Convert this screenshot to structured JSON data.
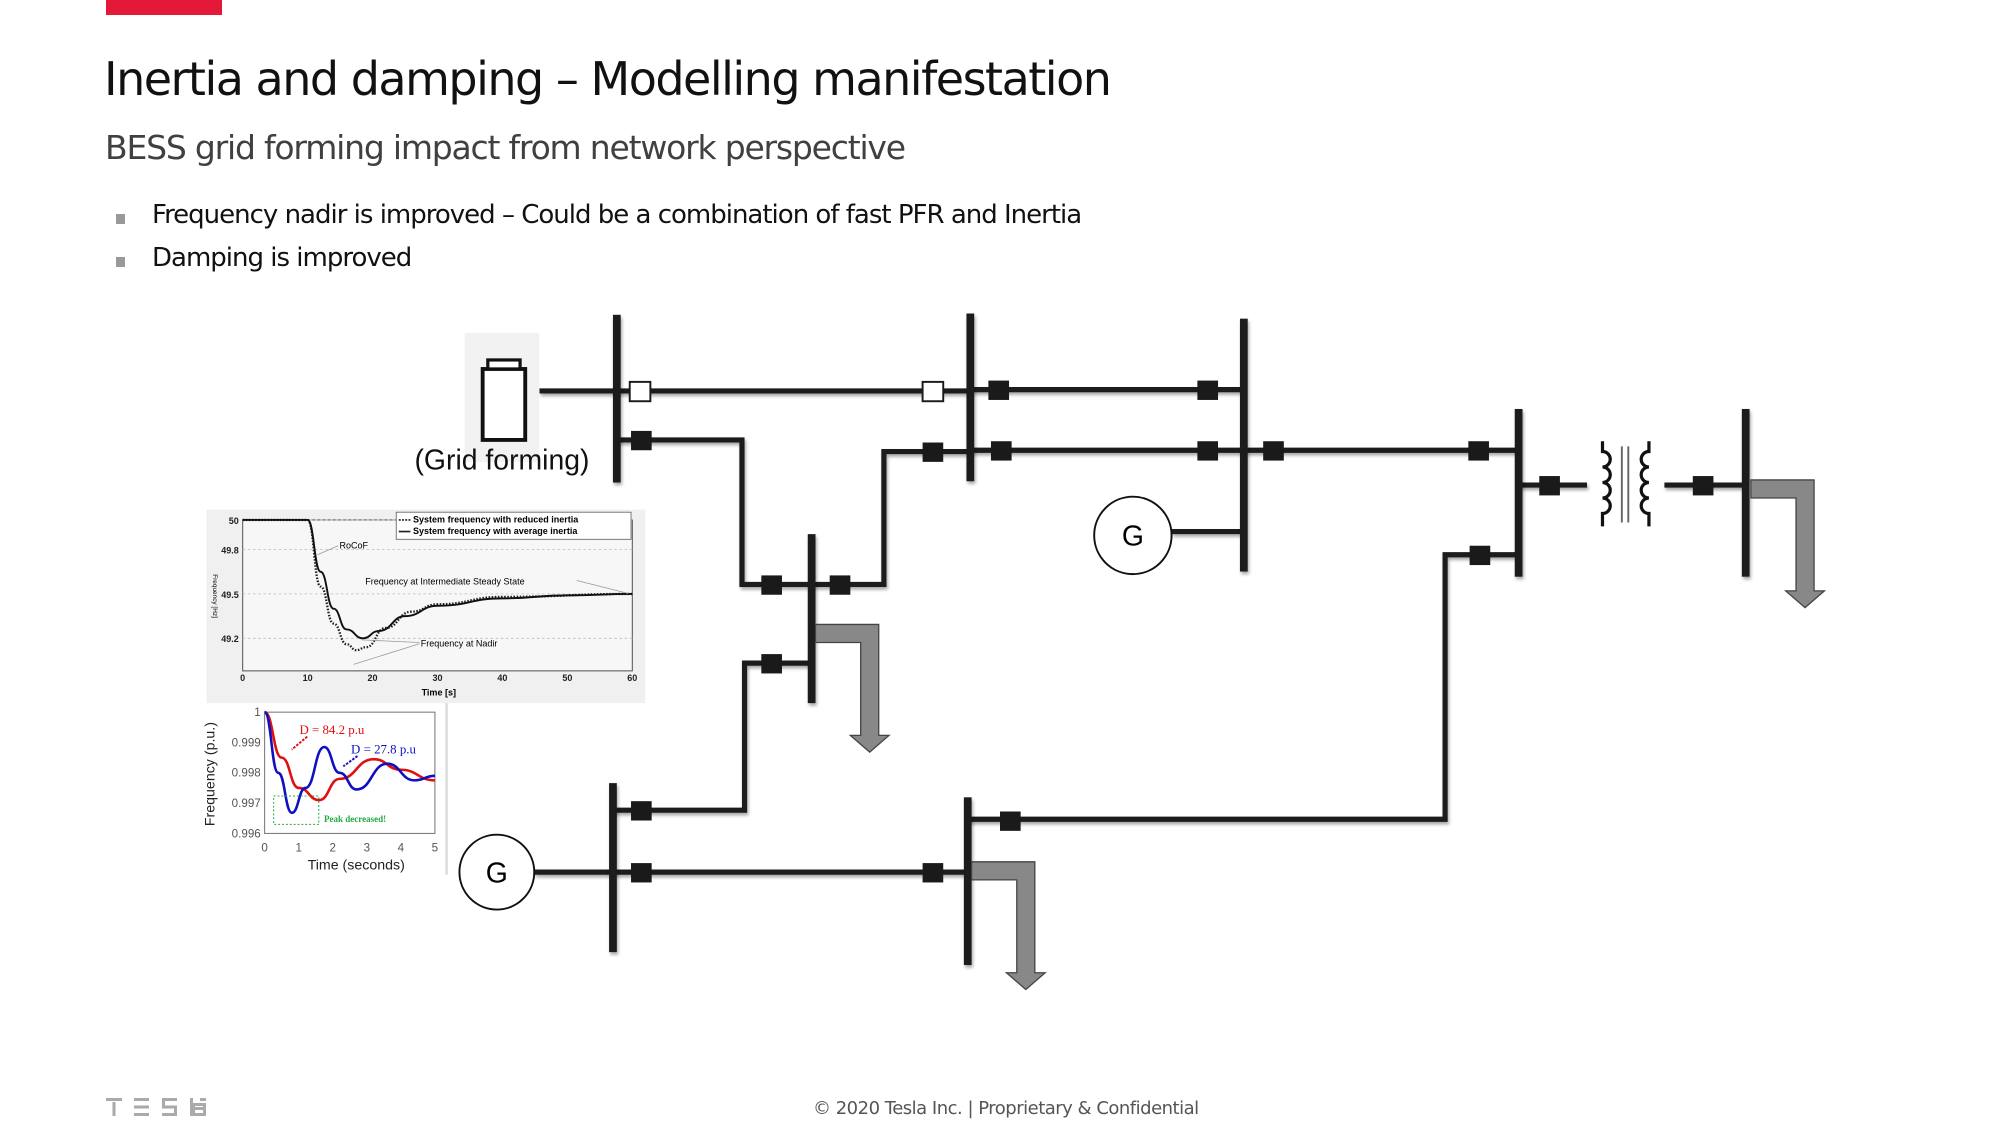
{
  "slide": {
    "title": "Inertia and damping – Modelling manifestation",
    "subtitle": "BESS grid forming impact from network perspective",
    "bullets": [
      "Frequency nadir is improved – Could be a combination of fast PFR and Inertia",
      "Damping is improved"
    ],
    "accent_color": "#e31937"
  },
  "diagram": {
    "battery_label": "(Grid forming)",
    "generator_label": "G",
    "icons": [
      "battery-icon",
      "generator-icon",
      "transformer-icon",
      "load-arrow-icon",
      "breaker-icon"
    ]
  },
  "footer": {
    "logo_text": "TESLA",
    "copyright": "© 2020 Tesla Inc. | Proprietary & Confidential"
  },
  "chart_data": [
    {
      "type": "line",
      "xlabel": "Time   [s]",
      "ylabel": "Frequency  [Hz]",
      "xlim": [
        0,
        60
      ],
      "ylim": [
        48.98,
        50
      ],
      "xticks": [
        "0",
        "10",
        "20",
        "30",
        "40",
        "50",
        "60"
      ],
      "yticks": [
        "50",
        "49.8",
        "49.5",
        "49.2"
      ],
      "grid": true,
      "legend_placement": "top-right",
      "series": [
        {
          "name": "System frequency with reduced inertia",
          "style": "dotted",
          "color": "#222222",
          "x": [
            0,
            10,
            12,
            14,
            16,
            17.5,
            19,
            22,
            26,
            30,
            40,
            60
          ],
          "y": [
            50,
            50,
            49.55,
            49.3,
            49.16,
            49.12,
            49.14,
            49.27,
            49.38,
            49.43,
            49.48,
            49.5
          ]
        },
        {
          "name": "System frequency with average inertia",
          "style": "solid",
          "color": "#111111",
          "x": [
            0,
            10,
            12,
            14,
            16,
            18.5,
            21,
            25,
            30,
            40,
            50,
            60
          ],
          "y": [
            50,
            50,
            49.65,
            49.4,
            49.26,
            49.2,
            49.25,
            49.35,
            49.42,
            49.47,
            49.49,
            49.5
          ]
        }
      ],
      "annotations": [
        "RoCoF",
        "Frequency at Intermediate Steady State",
        "Frequency at Nadir"
      ]
    },
    {
      "type": "line",
      "xlabel": "Time (seconds)",
      "ylabel": "Frequency (p.u.)",
      "xlim": [
        0,
        5
      ],
      "ylim": [
        0.996,
        1
      ],
      "xticks": [
        "0",
        "1",
        "2",
        "3",
        "4",
        "5"
      ],
      "yticks": [
        "1",
        "0.999",
        "0.998",
        "0.997",
        "0.996"
      ],
      "series": [
        {
          "label": "D = 84.2 p.u",
          "color": "#e01010",
          "x": [
            0,
            0.5,
            1,
            1.6,
            2.2,
            3.2,
            4,
            5
          ],
          "y": [
            1,
            0.9985,
            0.9975,
            0.9971,
            0.9978,
            0.99845,
            0.9981,
            0.99775
          ]
        },
        {
          "label": "D = 27.8 p.u",
          "color": "#1010c0",
          "x": [
            0,
            0.4,
            0.8,
            1.2,
            1.75,
            2.2,
            2.7,
            3.6,
            4.4,
            5
          ],
          "y": [
            1,
            0.998,
            0.99668,
            0.9975,
            0.99885,
            0.998,
            0.99745,
            0.9983,
            0.99775,
            0.9979
          ]
        }
      ],
      "annotations": [
        "Peak decreased!"
      ],
      "annotation_color": "#22aa44"
    }
  ]
}
